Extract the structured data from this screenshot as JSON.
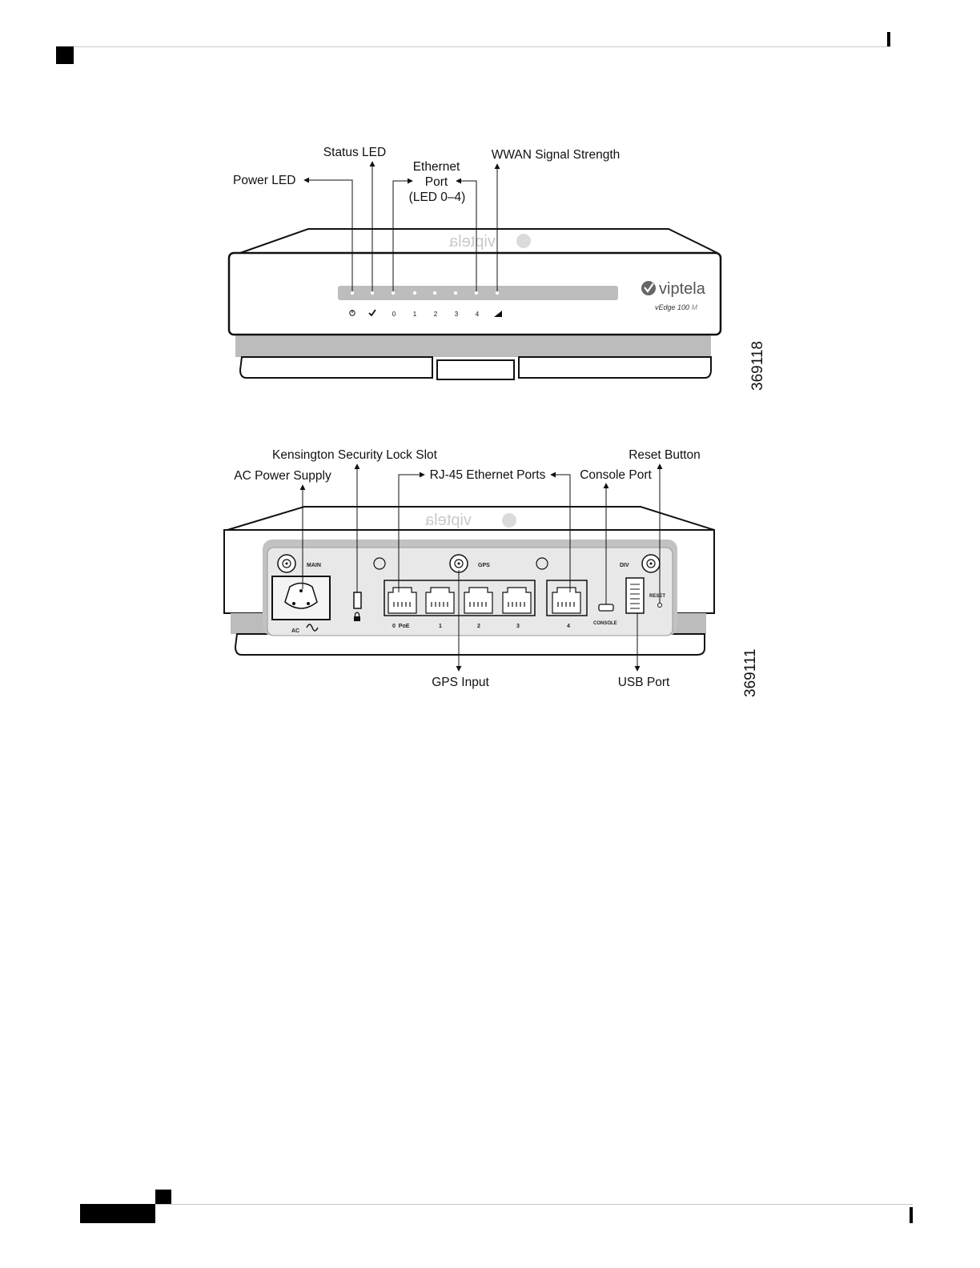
{
  "front_view": {
    "callouts": {
      "status_led": "Status LED",
      "wwan_signal": "WWAN Signal Strength",
      "ethernet_line1": "Ethernet",
      "ethernet_line2": "Port",
      "ethernet_line3": "(LED 0–4)",
      "power_led": "Power LED"
    },
    "led_labels": [
      "0",
      "1",
      "2",
      "3",
      "4"
    ],
    "brand": "viptela",
    "model": "vEdge 100",
    "model_suffix": "M",
    "figure_number": "369118"
  },
  "rear_view": {
    "callouts": {
      "kensington": "Kensington Security Lock Slot",
      "reset_button": "Reset Button",
      "ac_power": "AC Power Supply",
      "rj45": "RJ-45 Ethernet Ports",
      "console_port": "Console Port",
      "gps_input": "GPS Input",
      "usb_port": "USB Port"
    },
    "panel_labels": {
      "main": "MAIN",
      "gps": "GPS",
      "div": "DIV",
      "reset": "RESET",
      "console": "CONSOLE",
      "ac": "AC",
      "port0": "0  PoE",
      "port1": "1",
      "port2": "2",
      "port3": "3",
      "port4": "4"
    },
    "figure_number": "369111"
  }
}
